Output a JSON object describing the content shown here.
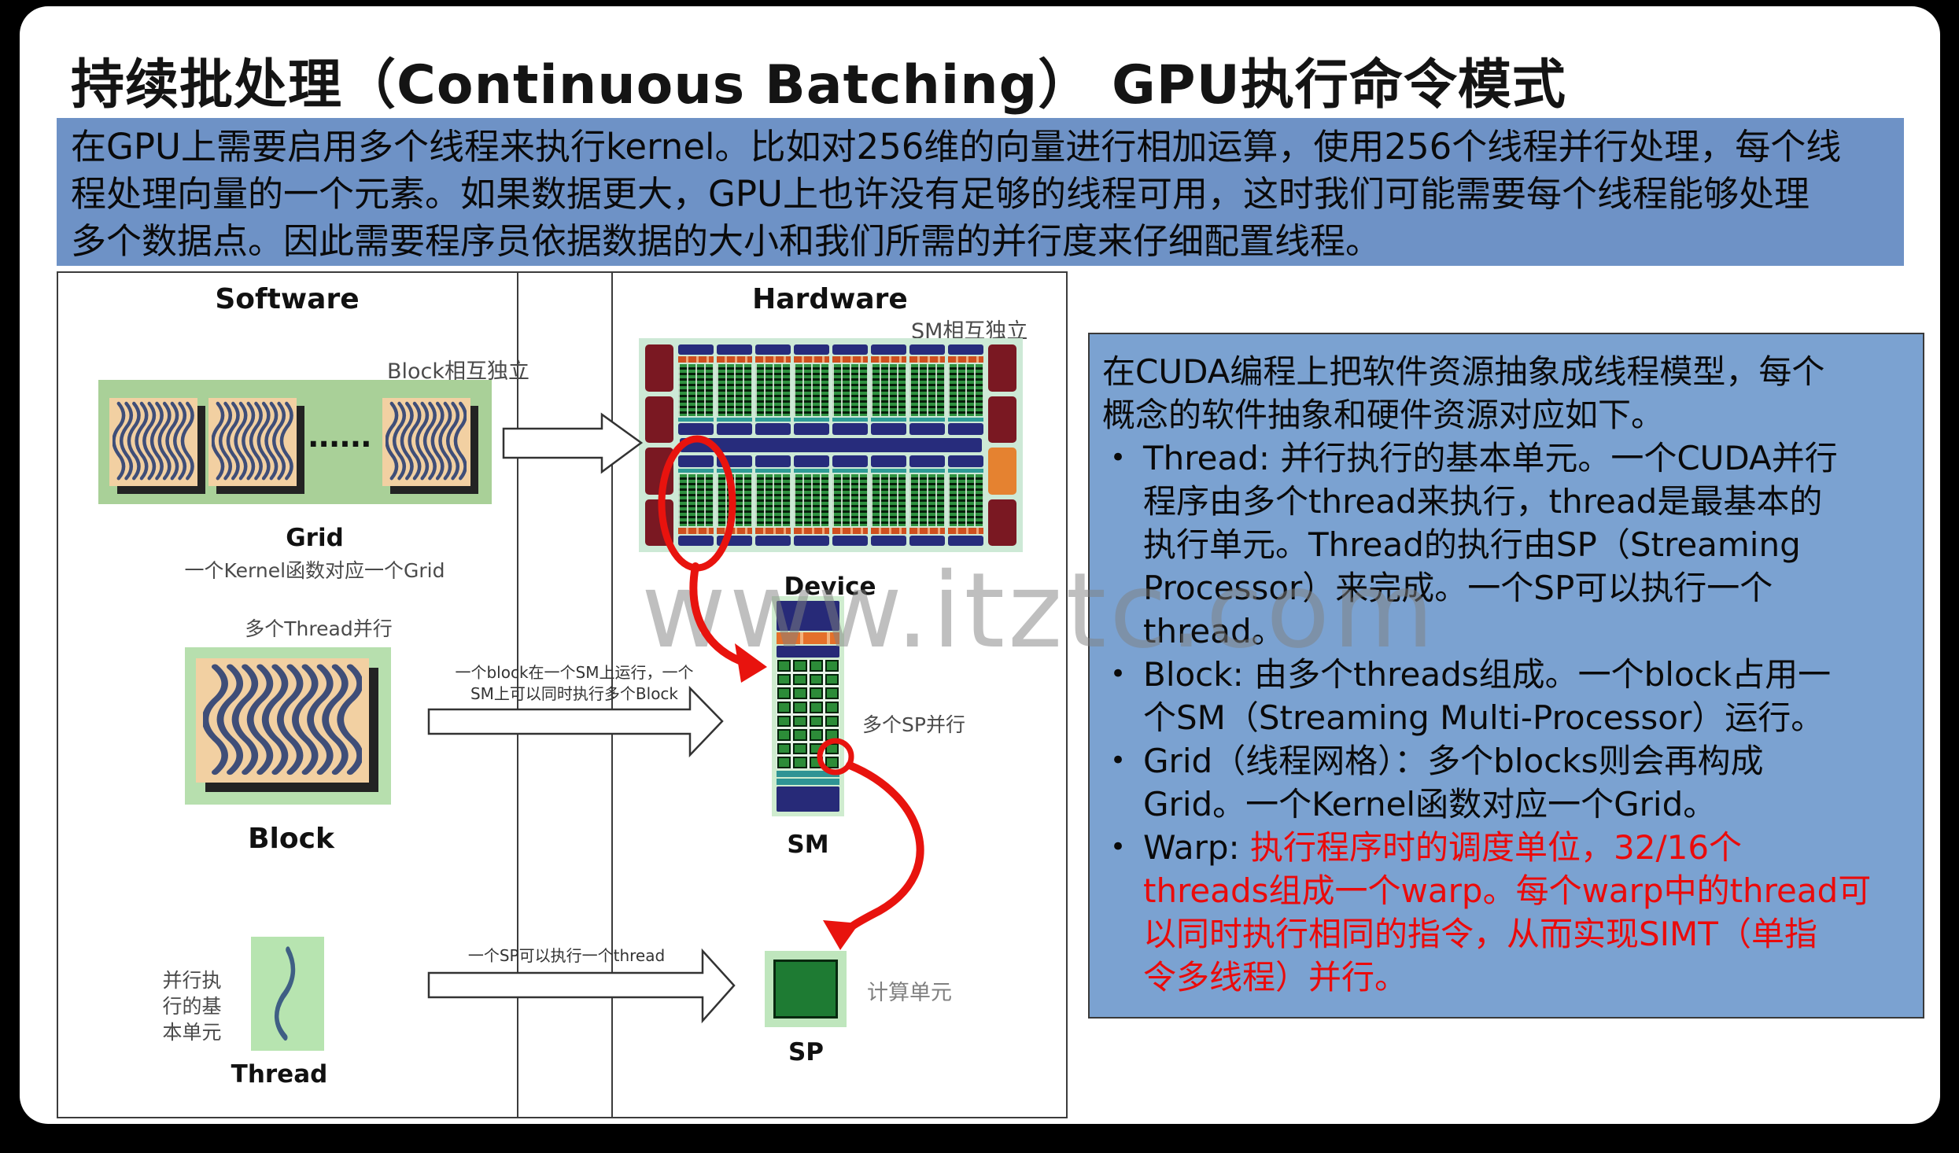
{
  "title": "持续批处理（Continuous Batching） GPU执行命令模式",
  "intro": {
    "line1": "在GPU上需要启用多个线程来执行kernel。比如对256维的向量进行相加运算，使用256个线程并行处理，每个线",
    "line2": "程处理向量的一个元素。如果数据更大，GPU上也许没有足够的线程可用，这时我们可能需要每个线程能够处理",
    "line3": "多个数据点。因此需要程序员依据数据的大小和我们所需的并行度来仔细配置线程。"
  },
  "diagram": {
    "software_title": "Software",
    "hardware_title": "Hardware",
    "block_independent_label": "Block相互独立",
    "sm_independent_label": "SM相互独立",
    "ellipsis": "......",
    "grid_label": "Grid",
    "grid_caption": "一个Kernel函数对应一个Grid",
    "multi_thread_label": "多个Thread并行",
    "block_label": "Block",
    "thread_side_label_1": "并行执",
    "thread_side_label_2": "行的基",
    "thread_side_label_3": "本单元",
    "thread_label": "Thread",
    "device_label": "Device",
    "sm_label": "SM",
    "multi_sp_label": "多个SP并行",
    "sp_label": "SP",
    "compute_unit_label": "计算单元",
    "arrow_block_line1": "一个block在一个SM上运行，一个",
    "arrow_block_line2": "SM上可以同时执行多个Block",
    "arrow_sp_text": "一个SP可以执行一个thread"
  },
  "right_panel": {
    "bullet_glyph": "•",
    "intro1": "在CUDA编程上把软件资源抽象成线程模型，每个",
    "intro2": "概念的软件抽象和硬件资源对应如下。",
    "bullets": [
      {
        "lines": [
          "Thread: 并行执行的基本单元。一个CUDA并行",
          "程序由多个thread来执行，thread是最基本的",
          "执行单元。Thread的执行由SP（Streaming",
          "Processor）来完成。一个SP可以执行一个",
          "thread。"
        ]
      },
      {
        "lines": [
          "Block: 由多个threads组成。一个block占用一",
          "个SM（Streaming Multi-Processor）运行。"
        ]
      },
      {
        "lines": [
          "Grid（线程网格）：多个blocks则会再构成",
          "Grid。一个Kernel函数对应一个Grid。"
        ]
      },
      {
        "prefix": "Warp: ",
        "lines": [
          "执行程序时的调度单位，32/16个",
          "threads组成一个warp。每个warp中的thread可",
          "以同时执行相同的指令，从而实现SIMT（单指",
          "令多线程）并行。"
        ]
      }
    ]
  },
  "watermark": "www.itztc.com",
  "colors": {
    "intro_bg": "#6e92c6",
    "right_panel_bg": "#7ba2d1",
    "warp_red": "#ea0b0b",
    "annotation_red": "#e8130e",
    "device_bg": "#cde9d6",
    "grid_pad_green": "#a9d098",
    "tile_tan": "#f2d0a2"
  }
}
